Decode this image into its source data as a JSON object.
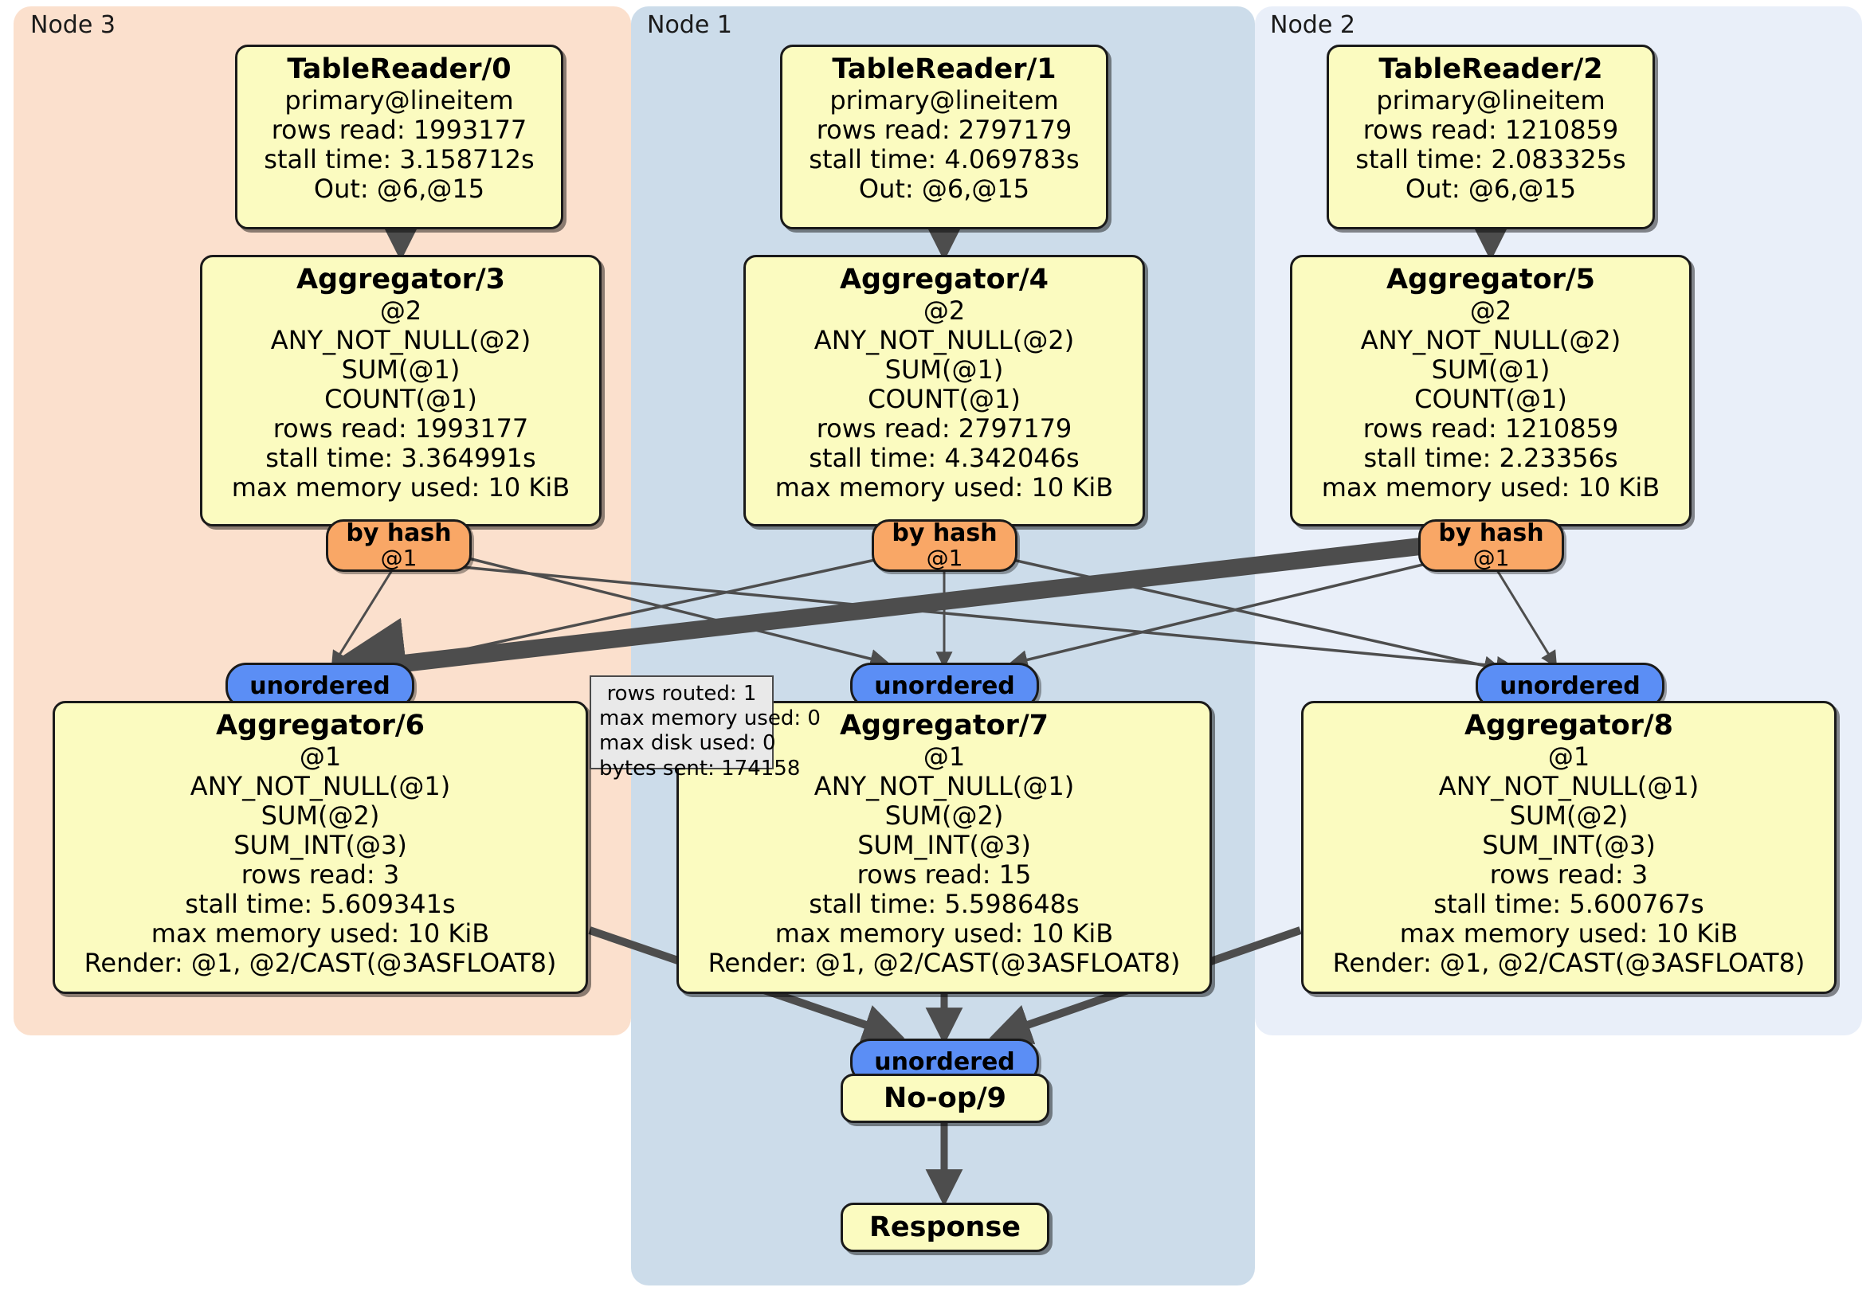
{
  "clusters": [
    {
      "label": "Node 3",
      "color": "#fbe0cd"
    },
    {
      "label": "Node 1",
      "color": "#ccdcea"
    },
    {
      "label": "Node 2",
      "color": "#e9eff9"
    }
  ],
  "colors": {
    "processor_fill": "#fbfbc0",
    "router_fill": "#f9a766",
    "stream_fill": "#5b8ef5",
    "stats_fill": "#e9e9e9",
    "edge_stroke": "#4d4d4d",
    "node3_panel": "#fbe0cd",
    "node1_panel": "#ccdcea",
    "node2_panel": "#e9eff9"
  },
  "processors": {
    "table_reader_0": {
      "title": "TableReader/0",
      "lines": [
        "primary@lineitem",
        "rows read: 1993177",
        "stall time: 3.158712s",
        "Out: @6,@15"
      ]
    },
    "table_reader_1": {
      "title": "TableReader/1",
      "lines": [
        "primary@lineitem",
        "rows read: 2797179",
        "stall time: 4.069783s",
        "Out: @6,@15"
      ]
    },
    "table_reader_2": {
      "title": "TableReader/2",
      "lines": [
        "primary@lineitem",
        "rows read: 1210859",
        "stall time: 2.083325s",
        "Out: @6,@15"
      ]
    },
    "aggregator_3": {
      "title": "Aggregator/3",
      "lines": [
        "@2",
        "ANY_NOT_NULL(@2)",
        "SUM(@1)",
        "COUNT(@1)",
        "rows read: 1993177",
        "stall time: 3.364991s",
        "max memory used: 10 KiB"
      ]
    },
    "aggregator_4": {
      "title": "Aggregator/4",
      "lines": [
        "@2",
        "ANY_NOT_NULL(@2)",
        "SUM(@1)",
        "COUNT(@1)",
        "rows read: 2797179",
        "stall time: 4.342046s",
        "max memory used: 10 KiB"
      ]
    },
    "aggregator_5": {
      "title": "Aggregator/5",
      "lines": [
        "@2",
        "ANY_NOT_NULL(@2)",
        "SUM(@1)",
        "COUNT(@1)",
        "rows read: 1210859",
        "stall time: 2.23356s",
        "max memory used: 10 KiB"
      ]
    },
    "aggregator_6": {
      "title": "Aggregator/6",
      "lines": [
        "@1",
        "ANY_NOT_NULL(@1)",
        "SUM(@2)",
        "SUM_INT(@3)",
        "rows read: 3",
        "stall time: 5.609341s",
        "max memory used: 10 KiB",
        "Render: @1, @2/CAST(@3ASFLOAT8)"
      ]
    },
    "aggregator_7": {
      "title": "Aggregator/7",
      "lines": [
        "@1",
        "ANY_NOT_NULL(@1)",
        "SUM(@2)",
        "SUM_INT(@3)",
        "rows read: 15",
        "stall time: 5.598648s",
        "max memory used: 10 KiB",
        "Render: @1, @2/CAST(@3ASFLOAT8)"
      ]
    },
    "aggregator_8": {
      "title": "Aggregator/8",
      "lines": [
        "@1",
        "ANY_NOT_NULL(@1)",
        "SUM(@2)",
        "SUM_INT(@3)",
        "rows read: 3",
        "stall time: 5.600767s",
        "max memory used: 10 KiB",
        "Render: @1, @2/CAST(@3ASFLOAT8)"
      ]
    },
    "noop_9": {
      "title": "No-op/9",
      "lines": []
    },
    "response": {
      "title": "Response",
      "lines": []
    }
  },
  "routers": {
    "by_hash_left": {
      "title": "by hash",
      "sub": "@1"
    },
    "by_hash_center": {
      "title": "by hash",
      "sub": "@1"
    },
    "by_hash_right": {
      "title": "by hash",
      "sub": "@1"
    }
  },
  "streams": {
    "unordered_left": "unordered",
    "unordered_center": "unordered",
    "unordered_right": "unordered",
    "unordered_final": "unordered"
  },
  "stats_box": {
    "lines": [
      "rows routed: 1",
      "max memory used: 0",
      "max disk used: 0",
      "bytes sent: 174158"
    ]
  }
}
